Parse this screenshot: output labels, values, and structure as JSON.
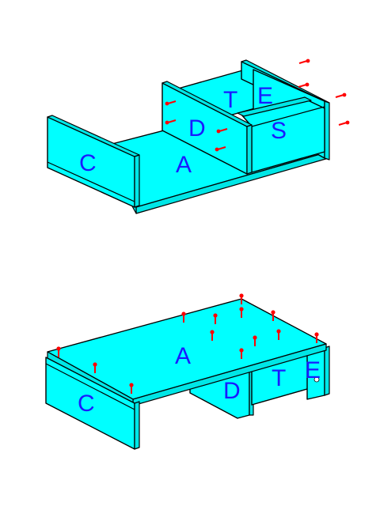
{
  "labels": {
    "top_a": "A",
    "top_c": "C",
    "top_d": "D",
    "top_t": "T",
    "top_e": "E",
    "top_s": "S",
    "bot_a": "A",
    "bot_c": "C",
    "bot_d": "D",
    "bot_t": "T",
    "bot_e": "E"
  },
  "colors": {
    "panel": "#00ffff",
    "outline": "#000000",
    "label": "#1a1aff",
    "screw": "#ff0000"
  },
  "icons": {
    "fastener": "screw-icon",
    "hole": "dowel-hole-icon"
  }
}
